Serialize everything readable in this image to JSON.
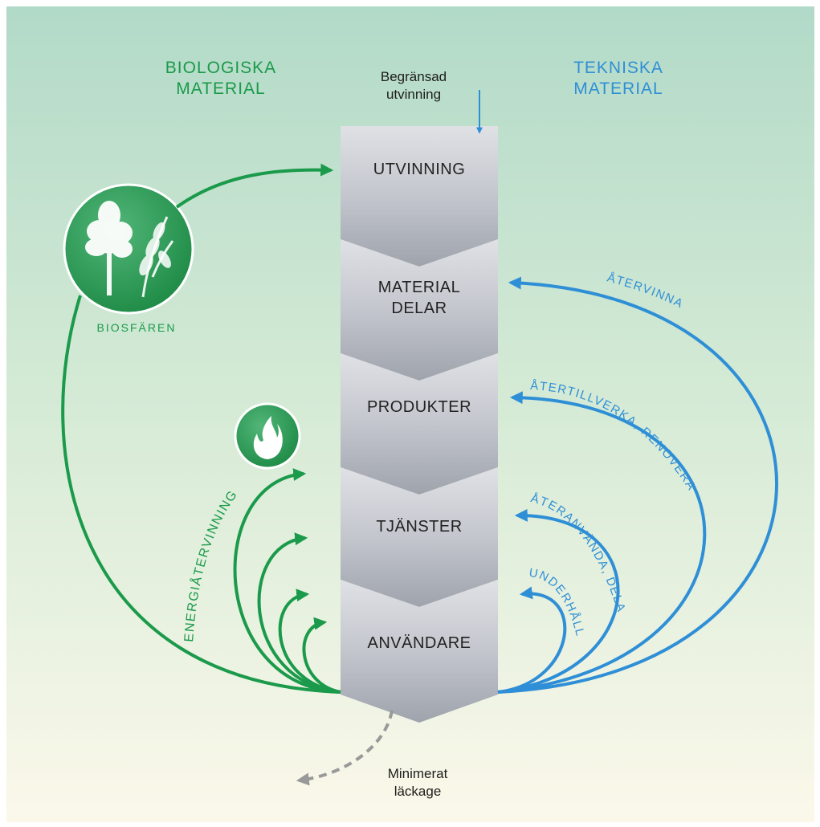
{
  "colors": {
    "green": "#1a9a4a",
    "blue": "#2f8fd6",
    "gray_arrow": "#999999"
  },
  "headers": {
    "biological": [
      "BIOLOGISKA",
      "MATERIAL"
    ],
    "technical": [
      "TEKNISKA",
      "MATERIAL"
    ]
  },
  "top_label": [
    "Begränsad",
    "utvinning"
  ],
  "bottom_label": [
    "Minimerat",
    "läckage"
  ],
  "stages": [
    {
      "lines": [
        "UTVINNING"
      ]
    },
    {
      "lines": [
        "MATERIAL",
        "DELAR"
      ]
    },
    {
      "lines": [
        "PRODUKTER"
      ]
    },
    {
      "lines": [
        "TJÄNSTER"
      ]
    },
    {
      "lines": [
        "ANVÄNDARE"
      ]
    }
  ],
  "biosphere_label": "BIOSFÄREN",
  "biosphere_icon": "tree-and-wheat-icon",
  "energy_icon": "flame-icon",
  "green_loop_label": "ENERGIÅTERVINNING",
  "blue_loop_labels": {
    "recycle": "ÅTERVINNA",
    "remanufacture": "ÅTERTILLVERKA, RENOVERA",
    "reuse": "ÅTERANVÄNDA, DELA",
    "maintain": "UNDERHÅLL"
  }
}
